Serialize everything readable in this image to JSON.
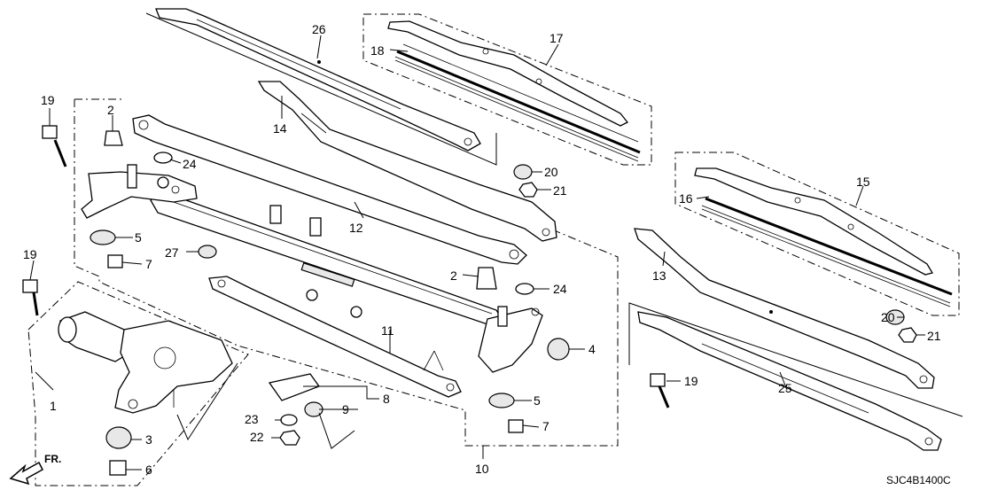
{
  "diagram": {
    "drawing_code": "SJC4B1400C",
    "front_label": "FR.",
    "callouts": {
      "c1": "1",
      "c2a": "2",
      "c2b": "2",
      "c3": "3",
      "c4": "4",
      "c5a": "5",
      "c5b": "5",
      "c6": "6",
      "c7a": "7",
      "c7b": "7",
      "c8": "8",
      "c9": "9",
      "c10": "10",
      "c11": "11",
      "c12": "12",
      "c13": "13",
      "c14": "14",
      "c15": "15",
      "c16": "16",
      "c17": "17",
      "c18": "18",
      "c19a": "19",
      "c19b": "19",
      "c19c": "19",
      "c20a": "20",
      "c20b": "20",
      "c21a": "21",
      "c21b": "21",
      "c22": "22",
      "c23": "23",
      "c24a": "24",
      "c24b": "24",
      "c25": "25",
      "c26": "26",
      "c27": "27"
    }
  }
}
